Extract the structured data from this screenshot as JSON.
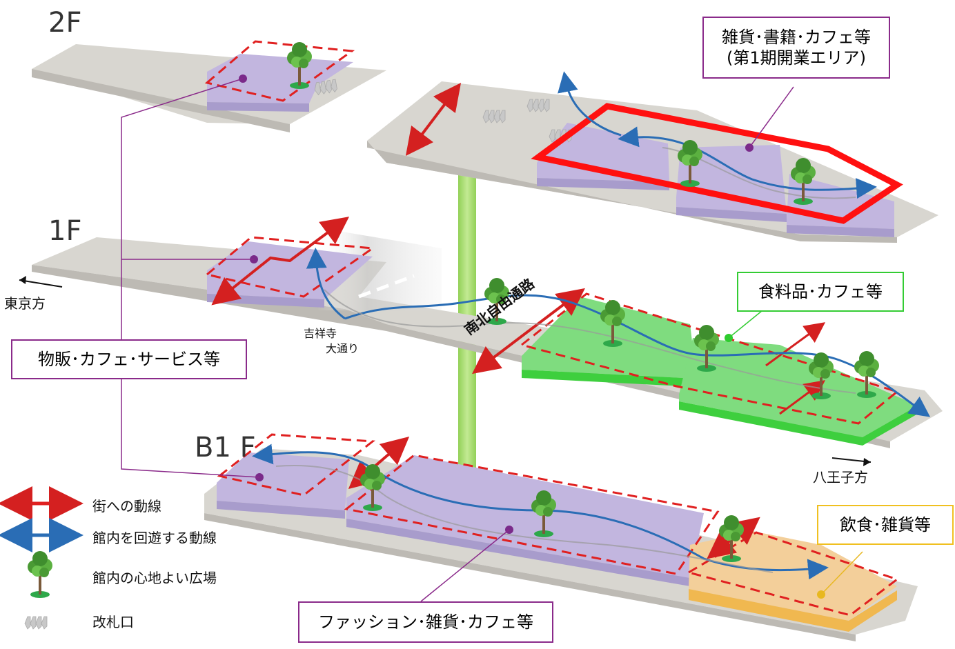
{
  "floors": {
    "f2": "2F",
    "f1": "1F",
    "b1": "B1 F"
  },
  "callouts": {
    "zakka_books": {
      "line1": "雑貨･書籍･カフェ等",
      "line2": "(第1期開業エリア)"
    },
    "food": "食料品･カフェ等",
    "retail": "物販･カフェ･サービス等",
    "fashion": "ファッション･雑貨･カフェ等",
    "dining": "飲食･雑貨等"
  },
  "directions": {
    "tokyo": "東京方",
    "hachioji": "八王子方"
  },
  "streets": {
    "kichijoji_line1": "吉祥寺",
    "kichijoji_line2": "大通り",
    "nanboku": "南北自由通路"
  },
  "legend": [
    {
      "icon": "red-double-arrow-icon",
      "label": "街への動線"
    },
    {
      "icon": "blue-double-arrow-icon",
      "label": "館内を回遊する動線"
    },
    {
      "icon": "tree-icon",
      "label": "館内の心地よい広場"
    },
    {
      "icon": "ticket-gate-icon",
      "label": "改札口"
    }
  ],
  "colors": {
    "slab": "#d8d6d0",
    "retail_purple": "#c2b6df",
    "food_green": "#7fdc7f",
    "dining_orange": "#f0b850",
    "street_flow": "#d42020",
    "interior_flow": "#2a6db5",
    "callout_border_purple": "#8a2a8a",
    "callout_border_green": "#33cc33",
    "callout_border_yellow": "#f0c020",
    "highlight_red": "#ff1010"
  }
}
